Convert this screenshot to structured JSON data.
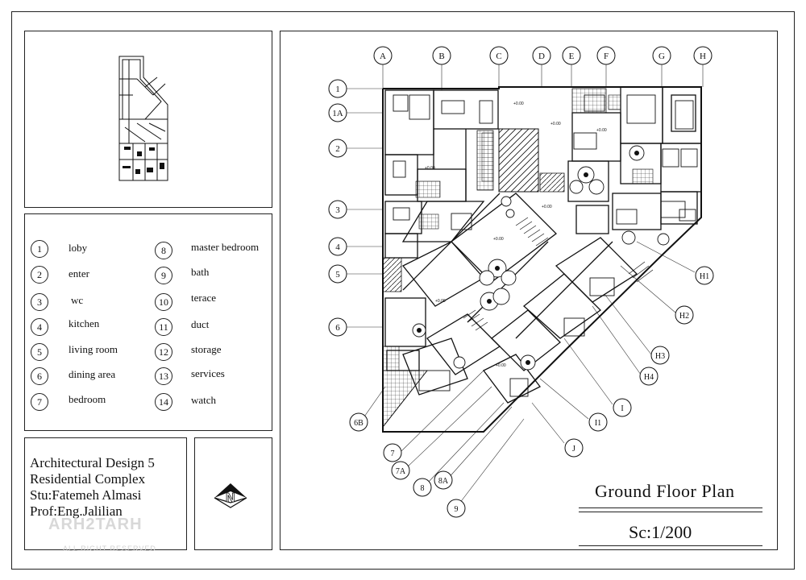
{
  "legend": [
    {
      "num": "1",
      "label": "loby"
    },
    {
      "num": "2",
      "label": "enter"
    },
    {
      "num": "3",
      "label": "wc"
    },
    {
      "num": "4",
      "label": "kitchen"
    },
    {
      "num": "5",
      "label": "living room"
    },
    {
      "num": "6",
      "label": "dining area"
    },
    {
      "num": "7",
      "label": "bedroom"
    },
    {
      "num": "8",
      "label": "master bedroom"
    },
    {
      "num": "9",
      "label": "bath"
    },
    {
      "num": "10",
      "label": "terace"
    },
    {
      "num": "11",
      "label": "duct"
    },
    {
      "num": "12",
      "label": "storage"
    },
    {
      "num": "13",
      "label": "services"
    },
    {
      "num": "14",
      "label": "watch"
    }
  ],
  "title_block": {
    "line1": "Architectural Design 5",
    "line2": "Residential Complex",
    "line3": "Stu:Fatemeh Almasi",
    "line4": "Prof:Eng.Jalilian"
  },
  "plan": {
    "title": "Ground Floor Plan",
    "scale": "Sc:1/200"
  },
  "grid_top": [
    "A",
    "B",
    "C",
    "D",
    "E",
    "F",
    "G",
    "H"
  ],
  "grid_left": [
    "1",
    "1A",
    "2",
    "3",
    "4",
    "5",
    "6"
  ],
  "grid_diag": [
    "H1",
    "H2",
    "H3",
    "H4",
    "I",
    "I1",
    "J",
    "6B",
    "7",
    "7A",
    "8",
    "8A",
    "9"
  ],
  "north_arrow": "N",
  "watermark": {
    "brand": "ARH2TARH",
    "rights": "ALL RIGHT RESERVED"
  }
}
